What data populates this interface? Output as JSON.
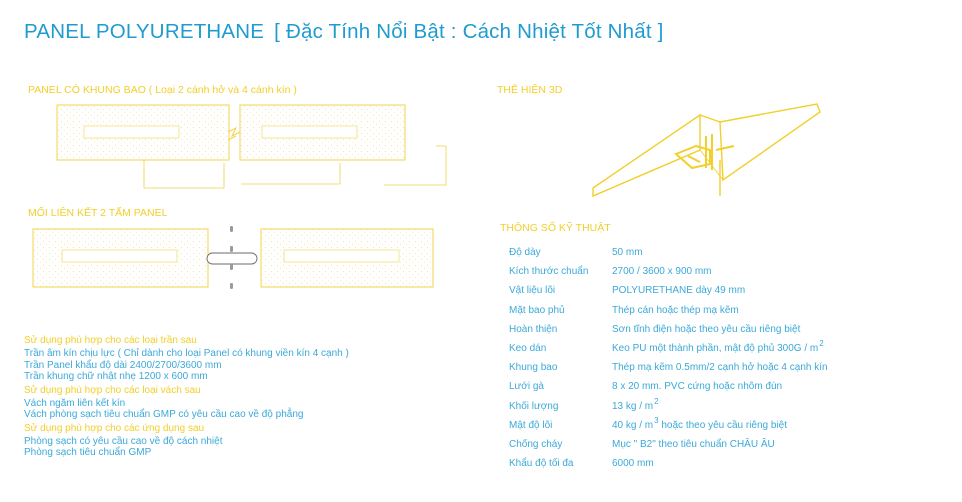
{
  "header": {
    "title": "PANEL POLYURETHANE",
    "subtitle": "[ Đặc Tính Nổi Bật : Cách Nhiệt Tốt Nhất ]"
  },
  "sections": {
    "frame_panel": "PANEL CÓ KHUNG BAO ( Loại 2 cánh hở và 4 cánh kín )",
    "joint": "MỐI LIÊN KẾT 2 TẤM PANEL",
    "view_3d": "THỂ HIỆN 3D",
    "specs": "THÔNG SỐ KỸ THUẬT"
  },
  "uses": [
    {
      "title": "Sử dụng phù hợp cho các loại trần sau",
      "lines": [
        "Trần âm kín chịu lực ( Chỉ dành cho loại Panel có khung viền kín 4 cạnh )",
        "Trần Panel khẩu độ dài 2400/2700/3600 mm",
        "Trần khung chữ nhật nhẹ 1200 x 600 mm"
      ]
    },
    {
      "title": "Sử dụng phù hợp cho các loại vách sau",
      "lines": [
        "Vách ngăm liên kết kín",
        "Vách phòng sạch tiêu chuẩn GMP có yêu cầu cao về độ phẳng"
      ]
    },
    {
      "title": "Sử dụng phù hợp cho các ứng dụng sau",
      "lines": [
        "Phòng sạch có yêu cầu cao về độ cách nhiệt",
        "Phòng sạch tiêu chuẩn GMP"
      ]
    }
  ],
  "specs": [
    {
      "label": "Độ dày",
      "value": "50 mm",
      "sup": ""
    },
    {
      "label": "Kích thước chuẩn",
      "value": "2700 / 3600 x 900 mm",
      "sup": ""
    },
    {
      "label": "Vật liệu lõi",
      "value": "POLYURETHANE dày 49 mm",
      "sup": ""
    },
    {
      "label": "Mặt bao phủ",
      "value": "Thép cán hoặc thép mạ kẽm",
      "sup": ""
    },
    {
      "label": "Hoàn thiện",
      "value": "Sơn tĩnh điện hoặc theo yêu cầu riêng biệt",
      "sup": ""
    },
    {
      "label": "Keo dán",
      "value": "Keo PU một thành phần, mật độ phủ 300G / m",
      "sup": "2"
    },
    {
      "label": "Khung bao",
      "value": "Thép mạ kẽm 0.5mm/2 cạnh hở hoặc 4 cạnh kín",
      "sup": ""
    },
    {
      "label": "Lưới gà",
      "value": "8 x 20 mm. PVC cứng hoặc nhôm đùn",
      "sup": ""
    },
    {
      "label": "Khối lượng",
      "value": "13 kg / m",
      "sup": "2"
    },
    {
      "label": "Mật độ lõi",
      "value": "40 kg / m",
      "sup": "3",
      "suffix": " hoặc theo yêu cầu riêng biệt"
    },
    {
      "label": "Chống cháy",
      "value": "Mục \" B2\" theo tiêu chuẩn CHÂU ÂU",
      "sup": ""
    },
    {
      "label": "Khẩu độ tối đa",
      "value": "6000 mm",
      "sup": ""
    }
  ],
  "colors": {
    "title_blue": "#1f9bd0",
    "text_blue": "#3ba9d8",
    "accent_yellow": "#f2cf2a",
    "panel_outline": "#f0d34a"
  }
}
